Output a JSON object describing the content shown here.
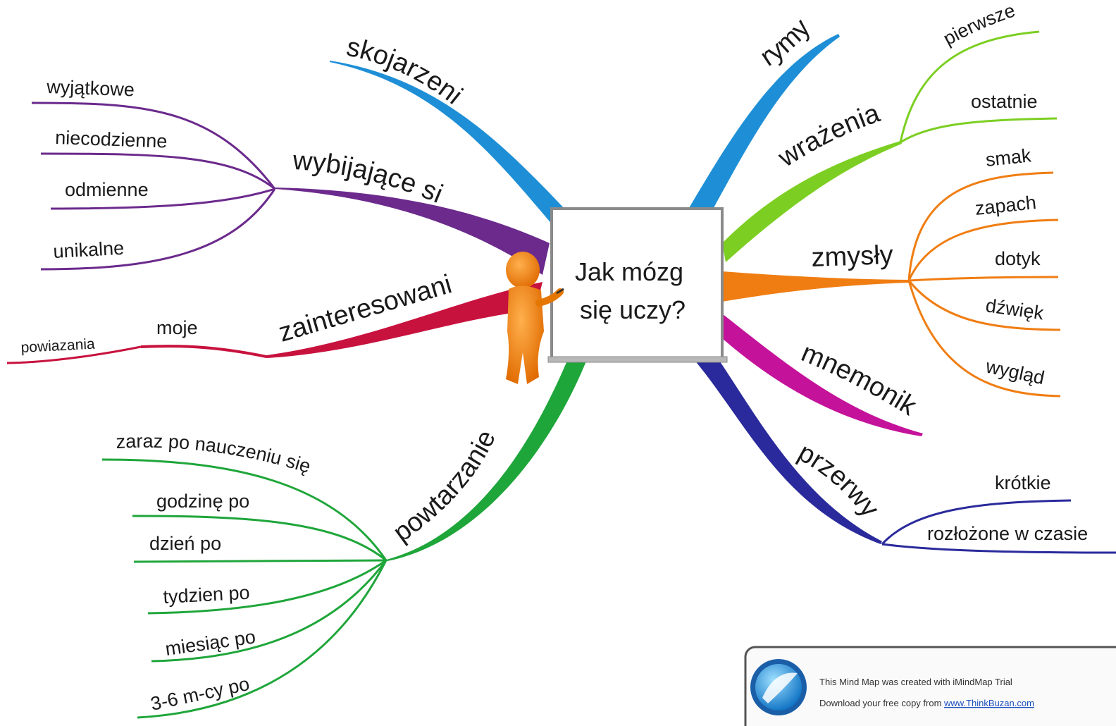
{
  "center": {
    "line1": "Jak mózg",
    "line2": "się uczy?"
  },
  "branches": {
    "skojarzenia": {
      "label": "skojarzenia",
      "color": "#1e8fd6"
    },
    "wybijajace": {
      "label": "wybijające się",
      "color": "#6b2a8c",
      "children": [
        "wyjątkowe",
        "niecodzienne",
        "odmienne",
        "unikalne"
      ]
    },
    "zainteresowania": {
      "label": "zainteresowania",
      "color": "#c8123e",
      "children": [
        "moje",
        "powiazania"
      ]
    },
    "powtarzanie": {
      "label": "powtarzanie",
      "color": "#1fa63a",
      "children": [
        "zaraz po nauczeniu się",
        "godzinę po",
        "dzień po",
        "tydzien po",
        "miesiąc po",
        "3-6 m-cy po"
      ]
    },
    "rymy": {
      "label": "rymy",
      "color": "#1e8fd6"
    },
    "wrazenia": {
      "label": "wrażenia",
      "color": "#7ccf22",
      "children": [
        "pierwsze",
        "ostatnie"
      ]
    },
    "zmysly": {
      "label": "zmysły",
      "color": "#f07d12",
      "children": [
        "smak",
        "zapach",
        "dotyk",
        "dźwięk",
        "wygląd"
      ]
    },
    "mnemoniki": {
      "label": "mnemoniki",
      "color": "#c4129a"
    },
    "przerwy": {
      "label": "przerwy",
      "color": "#2a2a9c",
      "children": [
        "krótkie",
        "rozłożone w czasie"
      ]
    }
  },
  "banner": {
    "line1": "This Mind Map was created with iMindMap Trial",
    "line2_prefix": "Download your free copy from ",
    "link": "www.ThinkBuzan.com"
  },
  "icons": [
    "presenter-figure-icon",
    "imindmap-logo-icon"
  ]
}
